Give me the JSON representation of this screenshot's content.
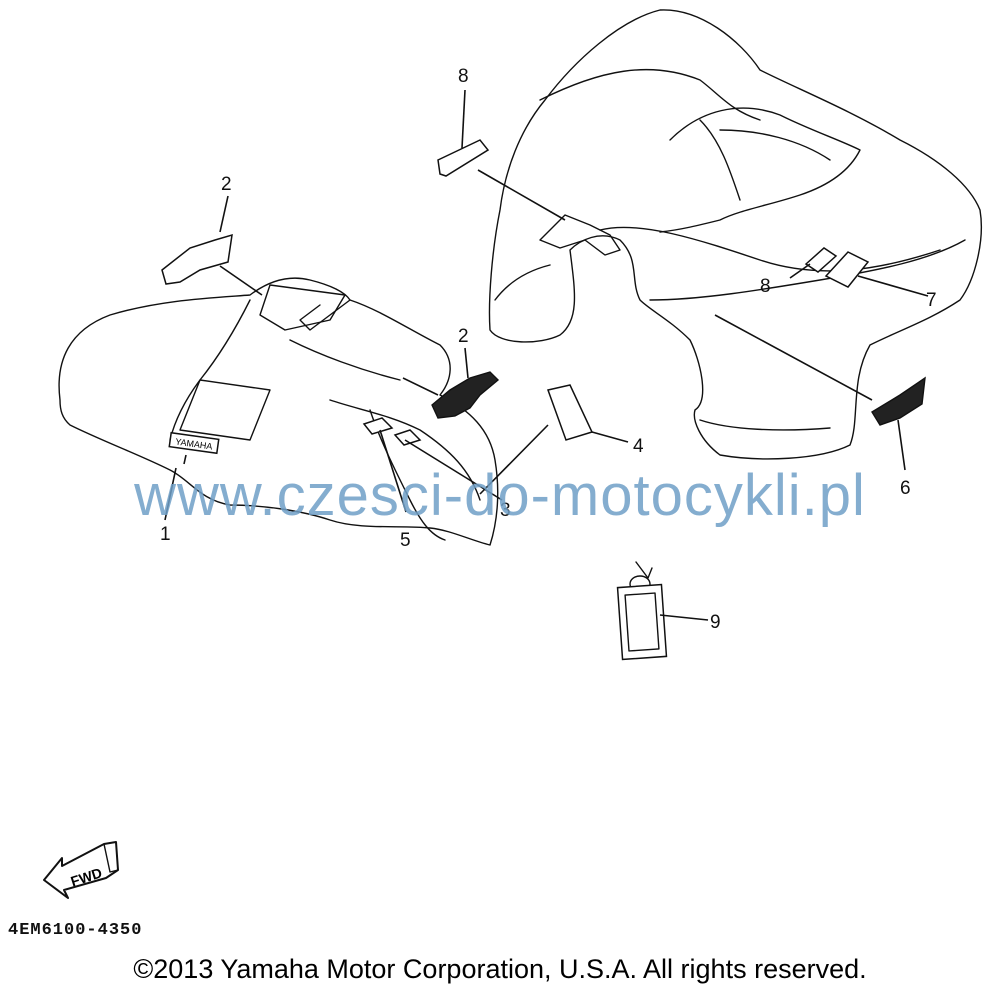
{
  "diagram": {
    "callouts": [
      {
        "id": "c1",
        "label": "1"
      },
      {
        "id": "c2a",
        "label": "2"
      },
      {
        "id": "c2b",
        "label": "2"
      },
      {
        "id": "c3",
        "label": "3"
      },
      {
        "id": "c4",
        "label": "4"
      },
      {
        "id": "c5",
        "label": "5"
      },
      {
        "id": "c6",
        "label": "6"
      },
      {
        "id": "c7",
        "label": "7"
      },
      {
        "id": "c8a",
        "label": "8"
      },
      {
        "id": "c8b",
        "label": "8"
      },
      {
        "id": "c9",
        "label": "9"
      }
    ],
    "decal_text": {
      "brand": "YAMAHA",
      "fwd": "FWD"
    },
    "diagram_code": "4EM6100-4350"
  },
  "watermark": "www.czesci-do-motocykli.pl",
  "copyright": "©2013 Yamaha Motor Corporation, U.S.A. All rights reserved."
}
